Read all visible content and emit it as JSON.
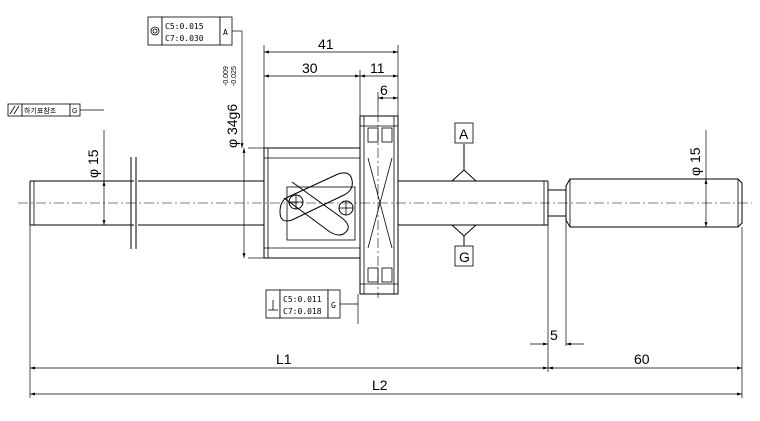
{
  "dimensions": {
    "d41": "41",
    "d30": "30",
    "d11": "11",
    "d6": "6",
    "dia_left": "φ 15",
    "dia_right": "φ 15",
    "flange_dia": "φ 34g6",
    "flange_tol_upper": "-0.009",
    "flange_tol_lower": "-0.025",
    "d5": "5",
    "d60": "60",
    "L1": "L1",
    "L2": "L2"
  },
  "datums": {
    "A": "A",
    "G": "G"
  },
  "tolerance_frames": {
    "concentricity": {
      "symbol": "◎",
      "line1": "C5:0.015",
      "line2": "C7:0.030",
      "datum": "A"
    },
    "runout": {
      "symbol": "⁄⁄",
      "note": "하기표참조",
      "datum": "G"
    },
    "perpendicularity": {
      "symbol": "⊥",
      "line1": "C5:0.011",
      "line2": "C7:0.018",
      "datum": "G"
    }
  }
}
